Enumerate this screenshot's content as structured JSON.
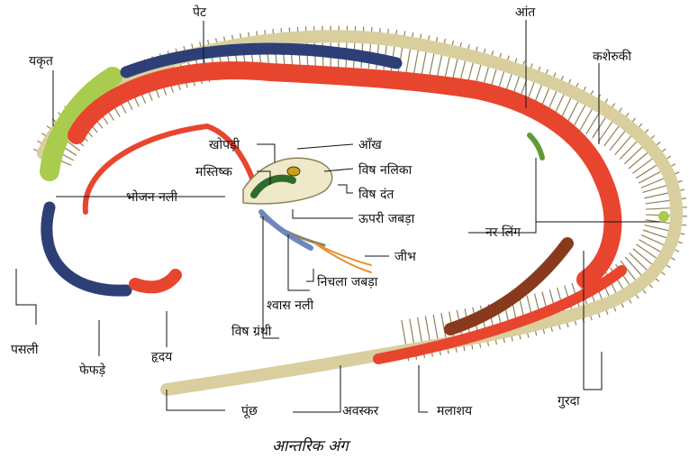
{
  "labels": {
    "pet": "पेट",
    "aant": "आंत",
    "yakrit": "यकृत",
    "kasheruki": "कशेरुकी",
    "khopdi": "खोपड़ी",
    "aankh": "आँख",
    "mastishk": "मस्तिष्क",
    "vish_nalika": "विष नलिका",
    "vish_dant": "विष दंत",
    "bhojan_nali": "भोजन नली",
    "upari_jabda": "ऊपरी जबड़ा",
    "nar_ling": "नर लिंग",
    "jeebh": "जीभ",
    "nichla_jabda": "निचला जबड़ा",
    "shwas_nali": "श्वास नली",
    "vish_granthi": "विष ग्रंथी",
    "pasli": "पसली",
    "phephde": "फेफड़े",
    "hriday": "हृदय",
    "poonchh": "पूंछ",
    "avaskar": "अवस्कर",
    "malashay": "मलाशय",
    "gurda": "गुरदा"
  },
  "caption": "आन्तरिक अंग",
  "colors": {
    "bone": "#ddd4a6",
    "bone_edge": "#8e8358",
    "organ_red": "#e8452f",
    "organ_dark": "#b52a1c",
    "lung_blue": "#2e3f78",
    "liver_green": "#a9cc4e",
    "kidney_brown": "#8a3a1c",
    "gland_green": "#2f6b2a",
    "leader_line": "#111111"
  }
}
